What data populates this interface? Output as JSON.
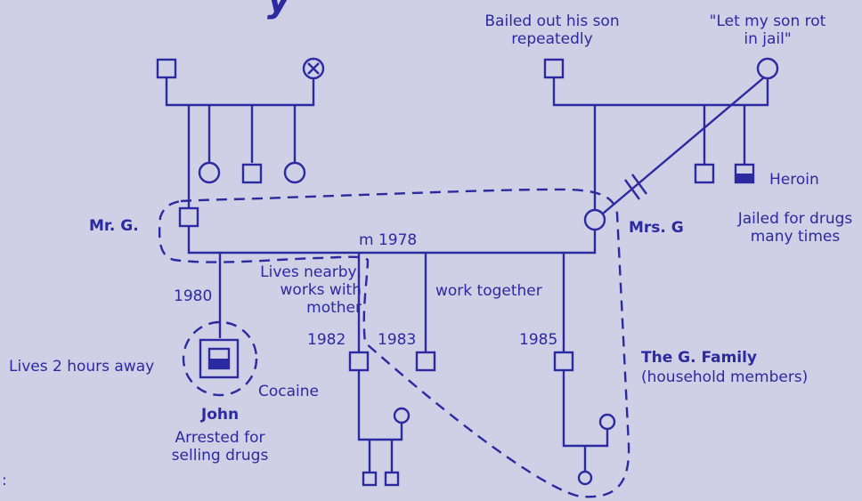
{
  "labels": {
    "top_fragment": "y",
    "bailed": "Bailed out his son\nrepeatedly",
    "rot": "\"Let my son rot\nin jail\"",
    "heroin": "Heroin",
    "jailed": "Jailed for drugs\nmany times",
    "mr_g": "Mr. G.",
    "mrs_g": "Mrs. G",
    "m1978": "m 1978",
    "year_1980": "1980",
    "lives_nearby": "Lives nearby,\nworks with\nmother",
    "work_together": "work together",
    "year_1982": "1982",
    "year_1983": "1983",
    "year_1985": "1985",
    "lives_away": "Lives 2 hours away",
    "cocaine": "Cocaine",
    "john": "John",
    "arrested": "Arrested for\nselling drugs",
    "g_family": "The G. Family",
    "household": "(household members)",
    "colon_fragment": ":"
  },
  "symbols": {
    "deceased_mark": "X"
  },
  "colors": {
    "background": "#cfcfe6",
    "ink": "#2b2aa0"
  }
}
